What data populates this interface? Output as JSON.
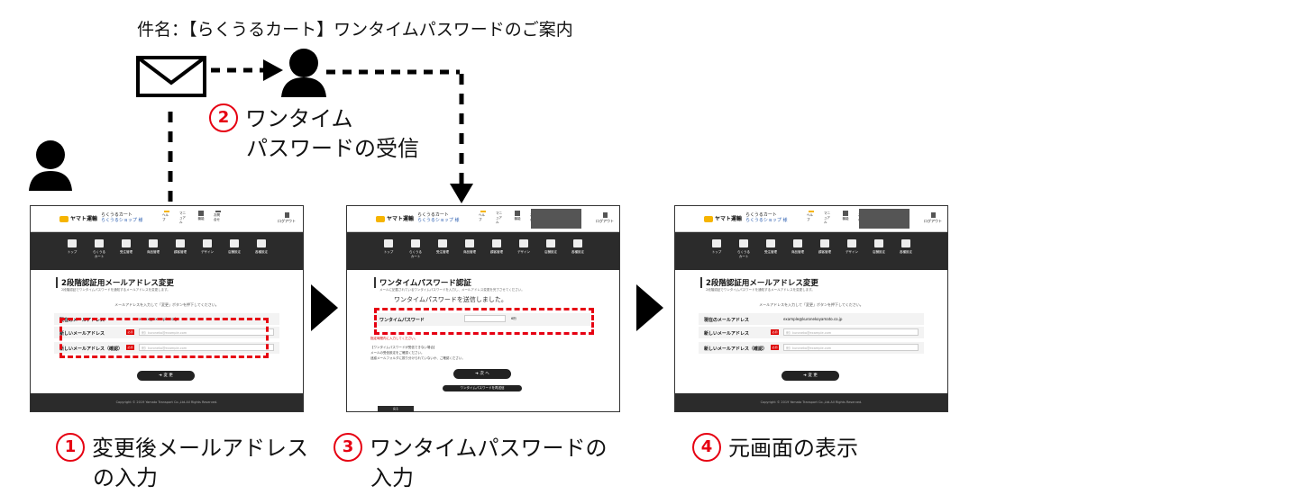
{
  "subject": "件名：【らくうるカート】ワンタイムパスワードのご案内",
  "step2": {
    "num": "2",
    "line1": "ワンタイム",
    "line2": "パスワードの受信"
  },
  "step1": {
    "num": "1",
    "line1": "変更後メールアドレス",
    "line2": "の入力"
  },
  "step3": {
    "num": "3",
    "line1": "ワンタイムパスワードの",
    "line2": "入力"
  },
  "step4": {
    "num": "4",
    "line1": "元画面の表示"
  },
  "colors": {
    "accent_red": "#e60012",
    "nav_dark": "#2b2b2b",
    "brand_yellow": "#f6b400"
  },
  "header": {
    "brand": "ヤマト運輸",
    "service": "らくうるカート",
    "shop": "らくうるショップ 様",
    "nav_top": [
      "ヘルプ",
      "マニュアル",
      "機能",
      "お問合せ"
    ],
    "logout": "ログアウト"
  },
  "nav": [
    "トップ",
    "らくうるカート",
    "受注管理",
    "商品管理",
    "顧客管理",
    "デザイン",
    "店舗設定",
    "各種設定"
  ],
  "screen1": {
    "title": "2段階認証用メールアドレス変更",
    "sub": "2段階認証でワンタイムパスワードを通知するメールアドレスを変更します。",
    "instr": "メールアドレスを入力して「変更」ボタンを押下してください。",
    "current_label": "現在のメールアドレス",
    "current_value": "xxxxx@example.co.jp",
    "new_label": "新しいメールアドレス",
    "confirm_label": "新しいメールアドレス（確認）",
    "required": "必須",
    "placeholder": "例）kuroneko@example.com",
    "button": "変 更",
    "footer": "Copyright © 2019 Yamato Transport Co.,Ltd.All Rights Reserved."
  },
  "screen3": {
    "title": "ワンタイムパスワード認証",
    "sub": "メールに記載されているワンタイムパスワードを入力し、メールアドレス変更を完了させてください。",
    "sent": "ワンタイムパスワードを送信しました。",
    "otp_label": "ワンタイムパスワード",
    "otp_hint": "6桁",
    "warn": "指定時間内に入力してください。",
    "notes": [
      "【ワンタイムパスワードが受信できない場合】",
      "メールの受信設定をご確認ください。",
      "迷惑メールフォルダに振り分けられていないか、ご確認ください。"
    ],
    "next": "次 へ",
    "resend": "ワンタイムパスワードを再送信",
    "back": "戻る"
  },
  "screen4": {
    "title": "2段階認証用メールアドレス変更",
    "current_value": "example@kuronekoyamato.co.jp",
    "button": "変 更"
  }
}
